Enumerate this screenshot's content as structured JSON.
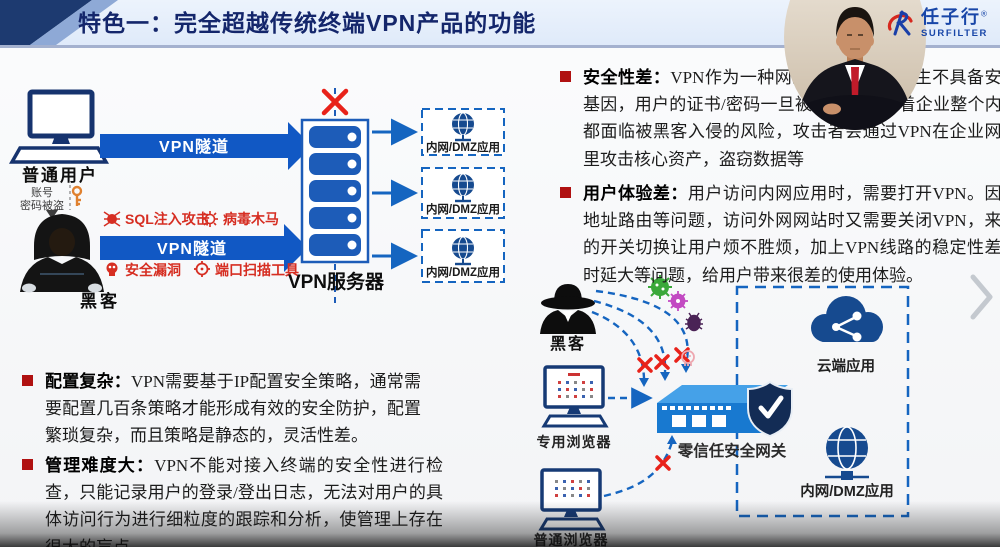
{
  "header": {
    "title": "特色一：完全超越传统终端VPN产品的功能"
  },
  "logo": {
    "brand": "任子行",
    "reg": "®",
    "sub": "SURFILTER"
  },
  "colors": {
    "accent_blue": "#1158c4",
    "navy": "#14266b",
    "alert_red": "#d62e22",
    "bullet_red": "#b01111",
    "globe_blue": "#164a8f"
  },
  "vpn_diagram": {
    "user_label": "普通用户",
    "credential_l1": "账号",
    "credential_l2": "密码被盗",
    "hacker_label": "黑客",
    "tunnel_top_label": "VPN隧道",
    "tunnel_bottom_label": "VPN隧道",
    "threat_sql": "SQL注入攻击",
    "threat_virus": "病毒木马",
    "threat_vuln": "安全漏洞",
    "threat_scan": "端口扫描工具",
    "server_label": "VPN服务器",
    "app1": "内网/DMZ应用",
    "app2": "内网/DMZ应用",
    "app3": "内网/DMZ应用"
  },
  "issues": {
    "security": {
      "label": "安全性差：",
      "text": "VPN作为一种网络接入产品，天生不具备安全基因，用户的证书/密码一旦被盗，就意味着企业整个内网都面临被黑客入侵的风险，攻击者会通过VPN在企业网络里攻击核心资产，盗窃数据等"
    },
    "experience": {
      "label": "用户体验差：",
      "text": "用户访问内网应用时，需要打开VPN。因为地址路由等问题，访问外网网站时又需要关闭VPN，来回的开关切换让用户烦不胜烦，加上VPN线路的稳定性差、时延大等问题，给用户带来很差的使用体验。"
    },
    "config": {
      "label": "配置复杂：",
      "text": "VPN需要基于IP配置安全策略，通常需要配置几百条策略才能形成有效的安全防护，配置繁琐复杂，而且策略是静态的，灵活性差。"
    },
    "management": {
      "label": "管理难度大：",
      "text": "VPN不能对接入终端的安全性进行检查，只能记录用户的登录/登出日志，无法对用户的具体访问行为进行细粒度的跟踪和分析，使管理上存在很大的盲点。"
    }
  },
  "zt_diagram": {
    "hacker_label": "黑客",
    "dedicated_browser_label": "专用浏览器",
    "normal_browser_label": "普通浏览器",
    "gateway_label": "零信任安全网关",
    "cloud_label": "云端应用",
    "dmz_label": "内网/DMZ应用"
  }
}
